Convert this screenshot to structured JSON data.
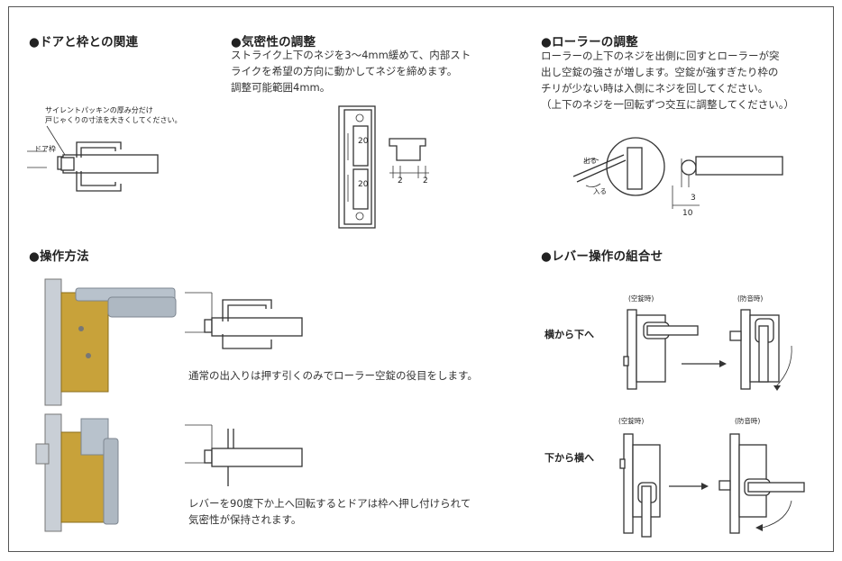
{
  "sections": {
    "door_frame": {
      "title": "●ドアと枠との関連",
      "note_line1": "サイレントパッキンの厚み分だけ",
      "note_line2": "戸じゃくりの寸法を大きくしてください。",
      "frame_label": "ドア枠"
    },
    "airtight": {
      "title": "●気密性の調整",
      "line1": "ストライク上下のネジを3〜4mm緩めて、内部スト",
      "line2": "ライクを希望の方向に動かしてネジを締めます。",
      "line3": "調整可能範囲4mm。",
      "dim_a": "20",
      "dim_b": "20",
      "dim_c": "2",
      "dim_d": "2"
    },
    "roller": {
      "title": "●ローラーの調整",
      "line1": "ローラーの上下のネジを出側に回すとローラーが突",
      "line2": "出し空錠の強さが増します。空錠が強すぎたり枠の",
      "line3": "チリが少ない時は入側にネジを回してください。",
      "line4": "（上下のネジを一回転ずつ交互に調整してください。）",
      "out_label": "出る",
      "in_label": "入る",
      "dim_a": "3",
      "dim_b": "10"
    },
    "operation": {
      "title": "●操作方法",
      "desc1": "通常の出入りは押す引くのみでローラー空錠の役目をします。",
      "desc2_line1": "レバーを90度下か上へ回転するとドアは枠へ押し付けられて",
      "desc2_line2": "気密性が保持されます。"
    },
    "lever_combo": {
      "title": "●レバー操作の組合せ",
      "row1_label": "横から下へ",
      "row2_label": "下から横へ",
      "state_free": "(空錠時)",
      "state_sound": "(防音時)"
    }
  },
  "colors": {
    "border": "#555555",
    "line": "#333333",
    "metal": "#b8c2cc",
    "brass": "#c8a23a"
  }
}
